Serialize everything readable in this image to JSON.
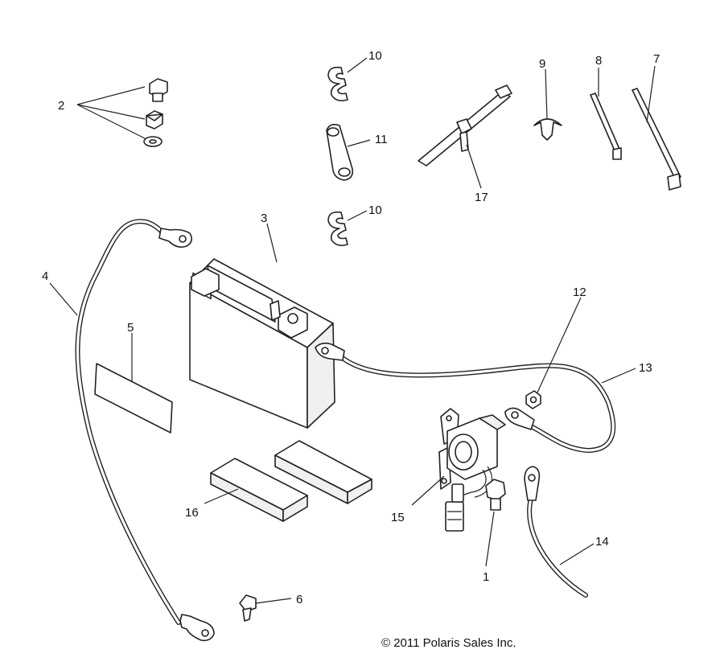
{
  "callouts": {
    "c1": "1",
    "c2": "2",
    "c3": "3",
    "c4": "4",
    "c5": "5",
    "c6": "6",
    "c7": "7",
    "c8": "8",
    "c9": "9",
    "c10a": "10",
    "c10b": "10",
    "c11": "11",
    "c12": "12",
    "c13": "13",
    "c14": "14",
    "c15": "15",
    "c16": "16",
    "c17": "17"
  },
  "copyright": "© 2011 Polaris Sales Inc."
}
